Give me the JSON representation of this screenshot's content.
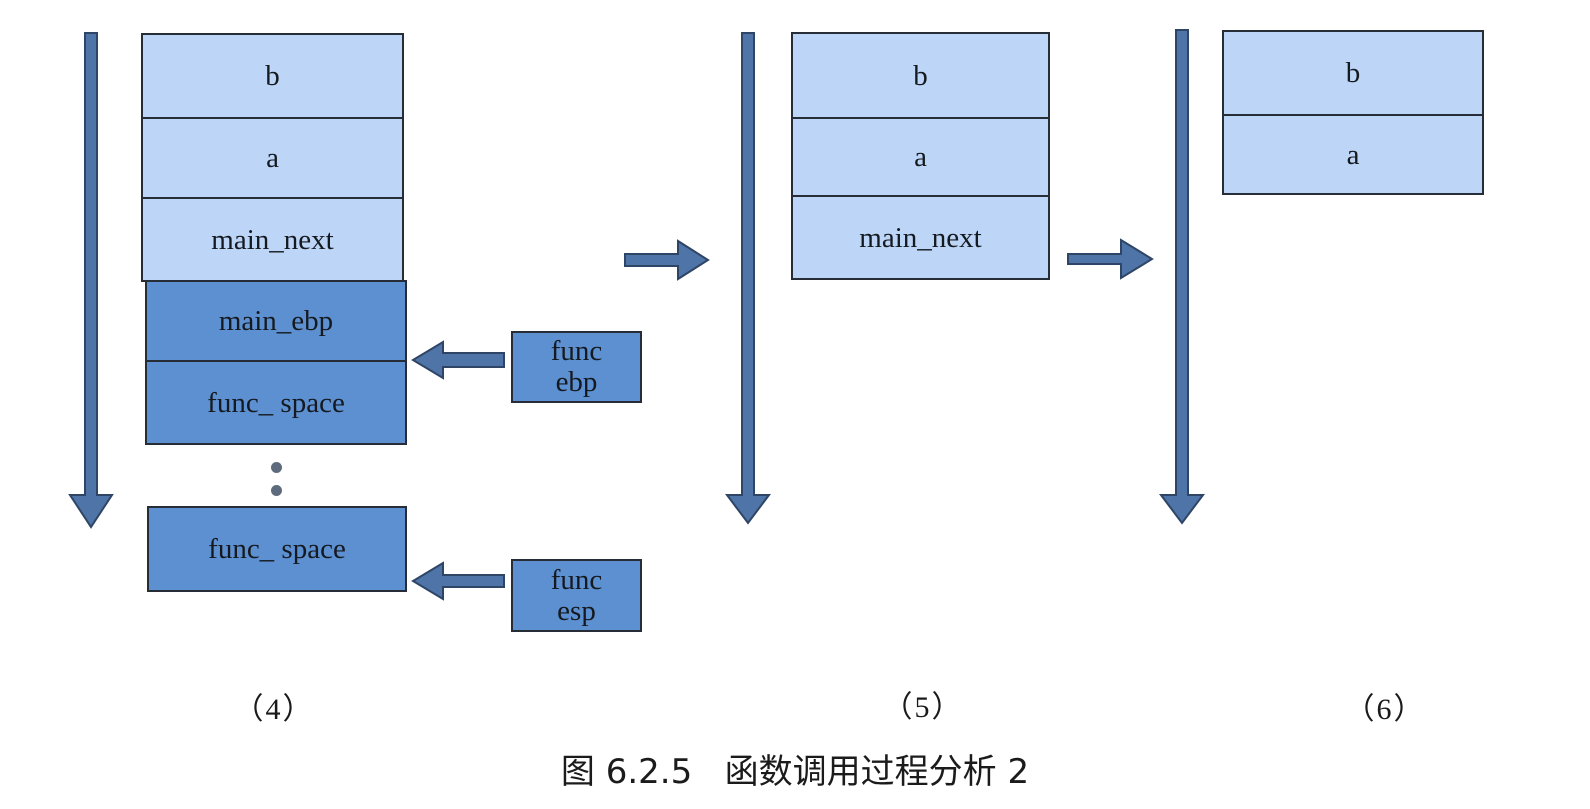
{
  "stage4": {
    "cells": [
      "b",
      "a",
      "main_next",
      "main_ebp",
      "func_ space"
    ],
    "bottom_cell": "func_ space",
    "pointers": [
      [
        "func",
        "ebp"
      ],
      [
        "func",
        "esp"
      ]
    ],
    "label": "（4）"
  },
  "stage5": {
    "cells": [
      "b",
      "a",
      "main_next"
    ],
    "label": "（5）"
  },
  "stage6": {
    "cells": [
      "b",
      "a"
    ],
    "label": "（6）"
  },
  "caption": "图 6.2.5   函数调用过程分析 2",
  "colors": {
    "light_cell": "#bdd5f6",
    "dark_cell": "#5d90d1",
    "arrow": "#4f74a8",
    "border": "#262d36"
  },
  "icons": [
    "stack-direction-arrow",
    "transition-arrow",
    "pointer-arrow"
  ]
}
